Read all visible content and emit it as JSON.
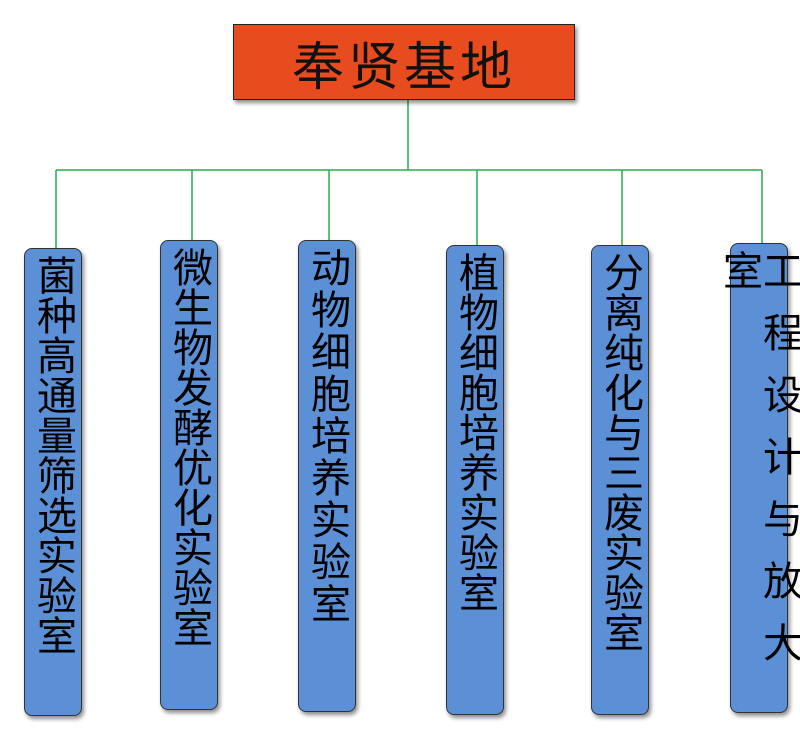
{
  "root": {
    "label": "奉贤基地",
    "fill_color": "#e84c1e"
  },
  "labs": [
    {
      "label": "菌种高通量筛选实验室"
    },
    {
      "label": "微生物发酵优化实验室"
    },
    {
      "label": "动物细胞培养实验室"
    },
    {
      "label": "植物细胞培养实验室"
    },
    {
      "label": "分离纯化与三废实验室"
    },
    {
      "label": "工程设计与放大室"
    }
  ],
  "colors": {
    "lab_fill": "#5b8fd6",
    "connector": "#22b04a"
  }
}
